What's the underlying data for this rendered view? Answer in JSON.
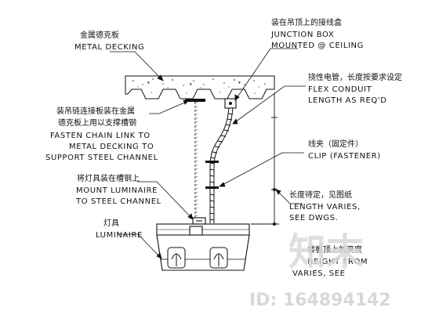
{
  "labels": {
    "metal_decking": {
      "cn": "金属德克板",
      "en": "METAL DECKING"
    },
    "junction_box": {
      "cn": "装在吊顶上的接线盒",
      "en1": "JUNCTION BOX",
      "en2": "MOUNTED @ CEILING"
    },
    "flex_conduit": {
      "cn": "挠性电管，长度按要求设定",
      "en1": "FLEX CONDUIT",
      "en2": "LENGTH AS REQ'D"
    },
    "fasten_chain": {
      "cn1": "装吊链连接板装在金属",
      "cn2": "德克板上用以支撑槽钢",
      "en1": "FASTEN CHAIN LINK TO",
      "en2": "METAL DECKING TO",
      "en3": "SUPPORT STEEL CHANNEL"
    },
    "clip": {
      "cn": "线夹（固定件）",
      "en": "CLIP (FASTENER)"
    },
    "mount_luminaire": {
      "cn": "将灯具装在槽钢上",
      "en1": "MOUNT LUMINAIRE",
      "en2": "TO STEEL CHANNEL"
    },
    "length_varies": {
      "cn": "长度待定，见图纸",
      "en1": "LENGTH VARIES,",
      "en2": "SEE DWGS."
    },
    "luminaire": {
      "cn": "灯具",
      "en": "LUMINAIRE"
    },
    "height_from": {
      "cn": "楼板顶上的高度",
      "en1": "HEIGHT FROM",
      "en2": "VARIES, SEE"
    }
  },
  "watermark": {
    "logo_text": "知末",
    "id_text": "ID: 164894142"
  }
}
